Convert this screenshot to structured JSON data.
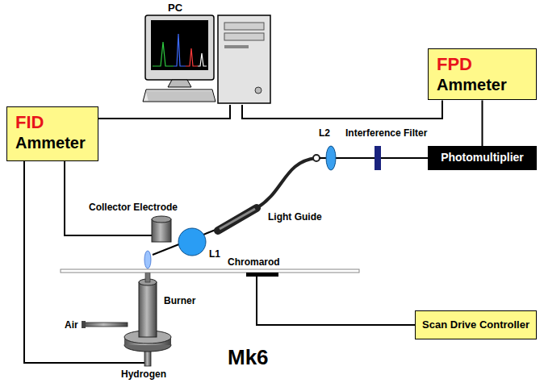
{
  "diagram": {
    "nodes": [
      {
        "text": [
          "PC"
        ]
      },
      {
        "text": [
          "FPD",
          "Ammeter"
        ]
      },
      {
        "text": [
          "FID",
          "Ammeter"
        ]
      },
      {
        "text": [
          "Photomultiplier"
        ]
      },
      {
        "text": [
          "Scan Drive Controller"
        ]
      }
    ],
    "edges": [
      {
        "from": 0,
        "to": 2,
        "arrow": "none"
      },
      {
        "from": 0,
        "to": 1,
        "arrow": "none"
      },
      {
        "from": 1,
        "to": 3,
        "arrow": "none"
      }
    ],
    "labels": [
      "Collector Electrode",
      "L2",
      "Interference Filter",
      "Light Guide",
      "L1",
      "Chromarod",
      "Burner",
      "Air",
      "Hydrogen",
      "Mk6"
    ]
  }
}
